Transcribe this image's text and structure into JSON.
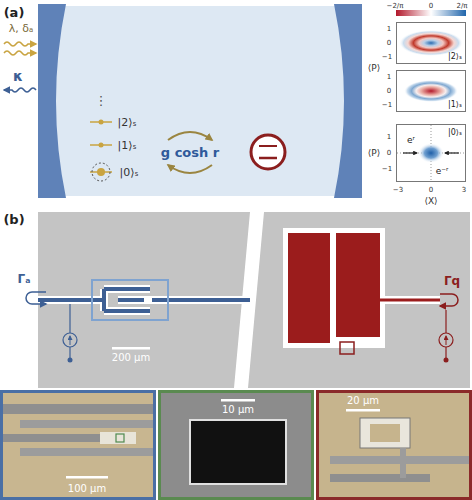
{
  "diagram": {
    "nodes": [
      {
        "text": [
          "|2⟩ₛ"
        ]
      },
      {
        "text": [
          "|1⟩ₛ"
        ]
      },
      {
        "text": [
          "|0⟩ₛ"
        ]
      },
      {
        "text": [
          "200 μm"
        ]
      },
      {
        "text": [
          "100 μm"
        ]
      },
      {
        "text": [
          "10 μm"
        ]
      },
      {
        "text": [
          "20 μm"
        ]
      }
    ],
    "labels": [
      "(a)",
      "λ, δₐ",
      "κ",
      "⋮",
      "|2⟩ₛ",
      "|1⟩ₛ",
      "|0⟩ₛ",
      "g cosh r",
      "−2/π",
      "0",
      "2/π",
      "⟨P⟩",
      "1",
      "0",
      "−1",
      "1",
      "0",
      "−1",
      "⟨P⟩",
      "1",
      "0",
      "−1",
      "eʳ",
      "e⁻ʳ",
      "−3",
      "0",
      "3",
      "⟨X⟩",
      "(b)",
      "Γₐ",
      "Γq"
    ]
  }
}
